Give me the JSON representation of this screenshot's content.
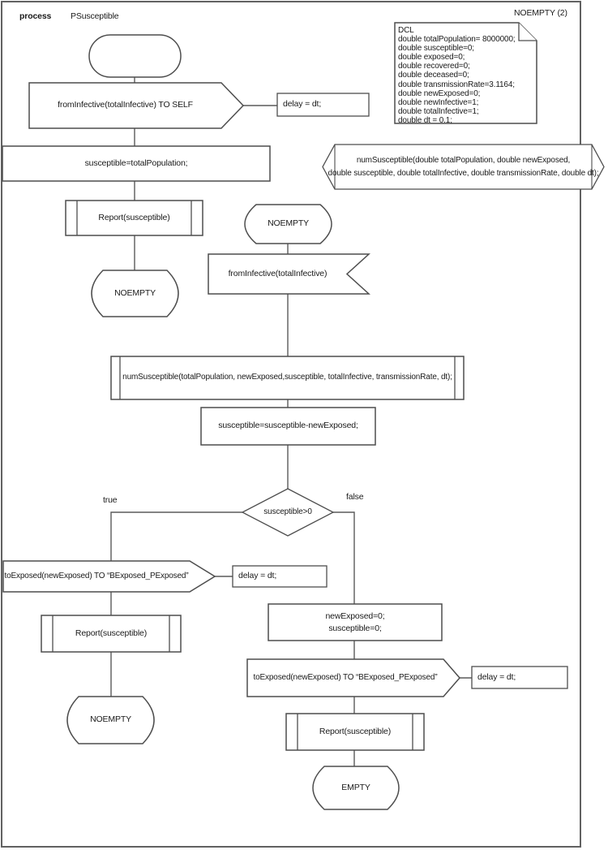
{
  "page": {
    "kind": "process",
    "name": "PSusceptible",
    "corner_label": "NOEMPTY (2)"
  },
  "colors": {
    "stroke": "#4d4d4d",
    "frame": "#616161",
    "text": "#1a1a1a",
    "background": "#ffffff"
  },
  "dcl_note": {
    "lines": [
      "DCL",
      "double totalPopulation= 8000000;",
      "double susceptible=0;",
      "double exposed=0;",
      "double recovered=0;",
      "double deceased=0;",
      "double transmissionRate=3.1164;",
      "double newExposed=0;",
      "double newInfective=1;",
      "double totalInfective=1;",
      "double dt = 0.1;"
    ]
  },
  "procedure_decl_note": {
    "line1": "numSusceptible(double totalPopulation, double newExposed,",
    "line2": "double susceptible, double totalInfective, double transmissionRate, double dt);"
  },
  "flow": {
    "send_to_self": "fromInfective(totalInfective) TO SELF",
    "delay_note_1": "delay = dt;",
    "assign_total": "susceptible=totalPopulation;",
    "report_1": "Report(susceptible)",
    "state_noempty_left": "NOEMPTY",
    "state_noempty_mid": "NOEMPTY",
    "receive_from_infective": "fromInfective(totalInfective)",
    "call_num_susceptible": "numSusceptible(totalPopulation, newExposed,susceptible, totalInfective, transmissionRate, dt);",
    "assign_subtract": "susceptible=susceptible-newExposed;",
    "decision": "susceptible>0",
    "branch_true_label": "true",
    "branch_false_label": "false",
    "send_exposed_true": "toExposed(newExposed) TO “BExposed_PExposed”",
    "delay_note_2": "delay = dt;",
    "report_2": "Report(susceptible)",
    "state_noempty_bottom": "NOEMPTY",
    "assign_reset": {
      "line1": "newExposed=0;",
      "line2": "susceptible=0;"
    },
    "send_exposed_false": "toExposed(newExposed) TO “BExposed_PExposed”",
    "delay_note_3": "delay = dt;",
    "report_3": "Report(susceptible)",
    "state_empty": "EMPTY"
  }
}
